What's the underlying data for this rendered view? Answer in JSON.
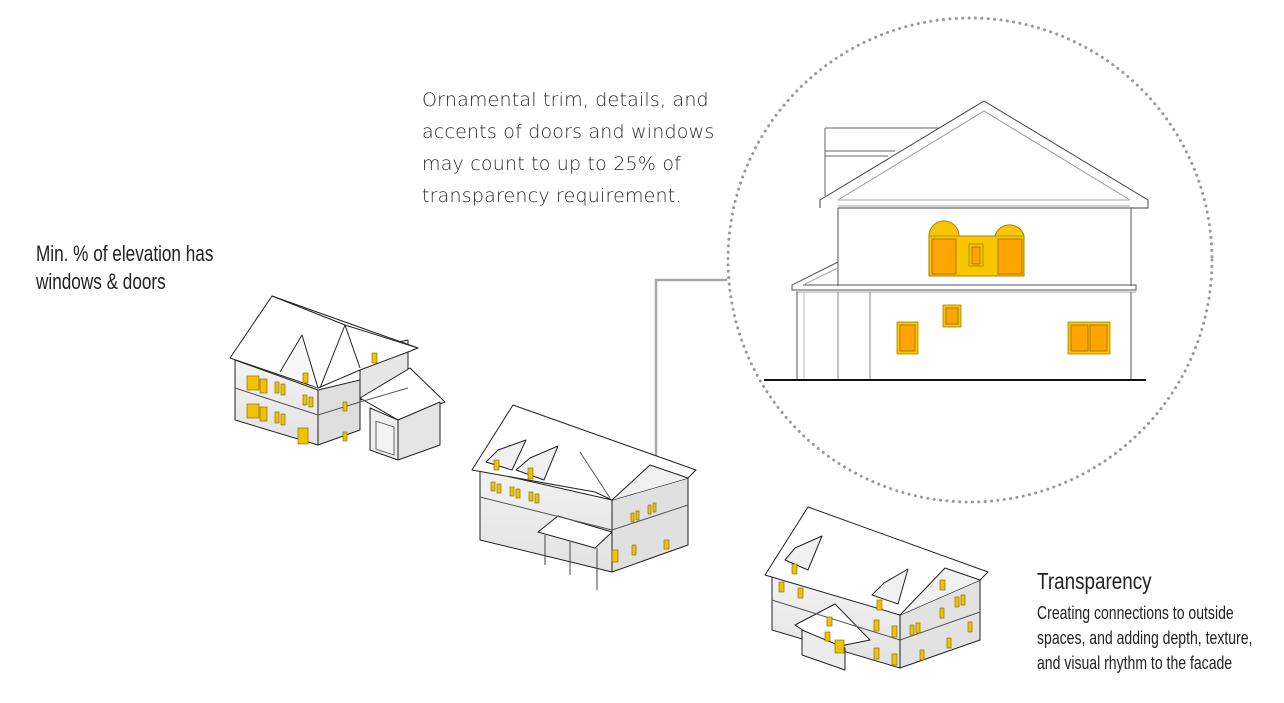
{
  "callout_note": {
    "text": "Ornamental trim, details, and\naccents of doors and windows\nmay count to up to 25% of\ntransparency requirement."
  },
  "min_label": {
    "text": "Min. % of elevation has\nwindows & doors"
  },
  "transparency": {
    "title": "Transparency",
    "description": "Creating connections to outside\nspaces, and adding depth, texture,\nand visual rhythm to the facade"
  },
  "colors": {
    "window_fill": "#ffa400",
    "window_frame": "#f7c600",
    "window_stroke": "#b07d00",
    "iso_window": "#f2c200",
    "circle_dots": "#9a9a9a",
    "leader_line": "#a8a8a8",
    "wall_shade": "#e8e8e8",
    "line": "#3a3a3a"
  },
  "houses": [
    {
      "name": "house-large-with-garage",
      "role": "example"
    },
    {
      "name": "house-with-dormers-and-porch",
      "role": "detailed"
    },
    {
      "name": "house-with-gable-entry",
      "role": "example"
    }
  ],
  "elevation_detail": {
    "subject": "zoomed elevation of house",
    "highlighted": "windows and doors"
  }
}
